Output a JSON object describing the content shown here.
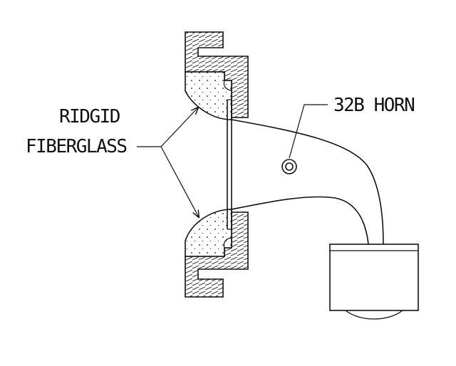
{
  "labels": {
    "fiberglass_line1": "RIDGID",
    "fiberglass_line2": "FIBERGLASS",
    "horn": "32B HORN"
  },
  "colors": {
    "ink": "#111111",
    "background": "#ffffff"
  }
}
